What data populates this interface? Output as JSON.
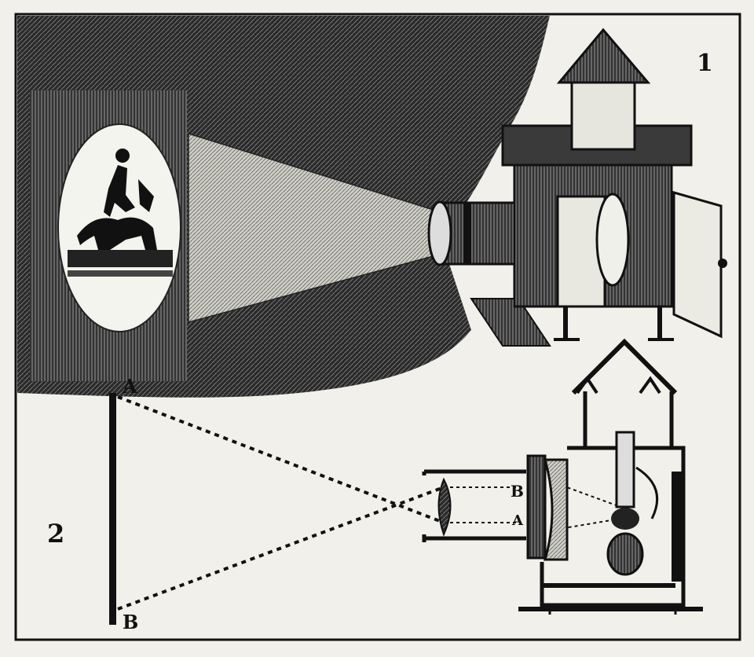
{
  "figure_numbers": {
    "upper": "1",
    "lower": "2"
  },
  "screen_points": {
    "top": "A",
    "bottom": "B"
  },
  "slide_points": {
    "upper": "B",
    "lower": "A"
  },
  "colors": {
    "ink": "#111111",
    "paper": "#f1f0ea",
    "light_beam": "#dcdcd4"
  }
}
